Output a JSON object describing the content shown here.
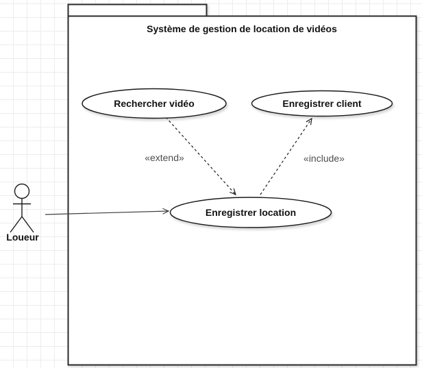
{
  "diagram": {
    "title": "Système de gestion de location de vidéos",
    "actor": {
      "name": "Loueur"
    },
    "use_cases": [
      {
        "id": "rechercher-video",
        "label": "Rechercher vidéo"
      },
      {
        "id": "enregistrer-client",
        "label": "Enregistrer client"
      },
      {
        "id": "enregistrer-location",
        "label": "Enregistrer location"
      }
    ],
    "relationships": [
      {
        "type": "extend",
        "label": "«extend»",
        "from": "Rechercher vidéo",
        "to": "Enregistrer location",
        "line": "dashed-arrow"
      },
      {
        "type": "include",
        "label": "«include»",
        "from": "Enregistrer location",
        "to": "Enregistrer client",
        "line": "dashed-arrow"
      },
      {
        "type": "association",
        "label": "",
        "from": "Loueur",
        "to": "Enregistrer location",
        "line": "solid-arrow"
      }
    ],
    "colors": {
      "shape_stroke": "#1a1a1a",
      "shape_fill": "#ffffff",
      "boundary_stroke": "#2b2b2b",
      "stereotype_text": "#4d4d4d",
      "grid_line": "#ececec"
    }
  }
}
